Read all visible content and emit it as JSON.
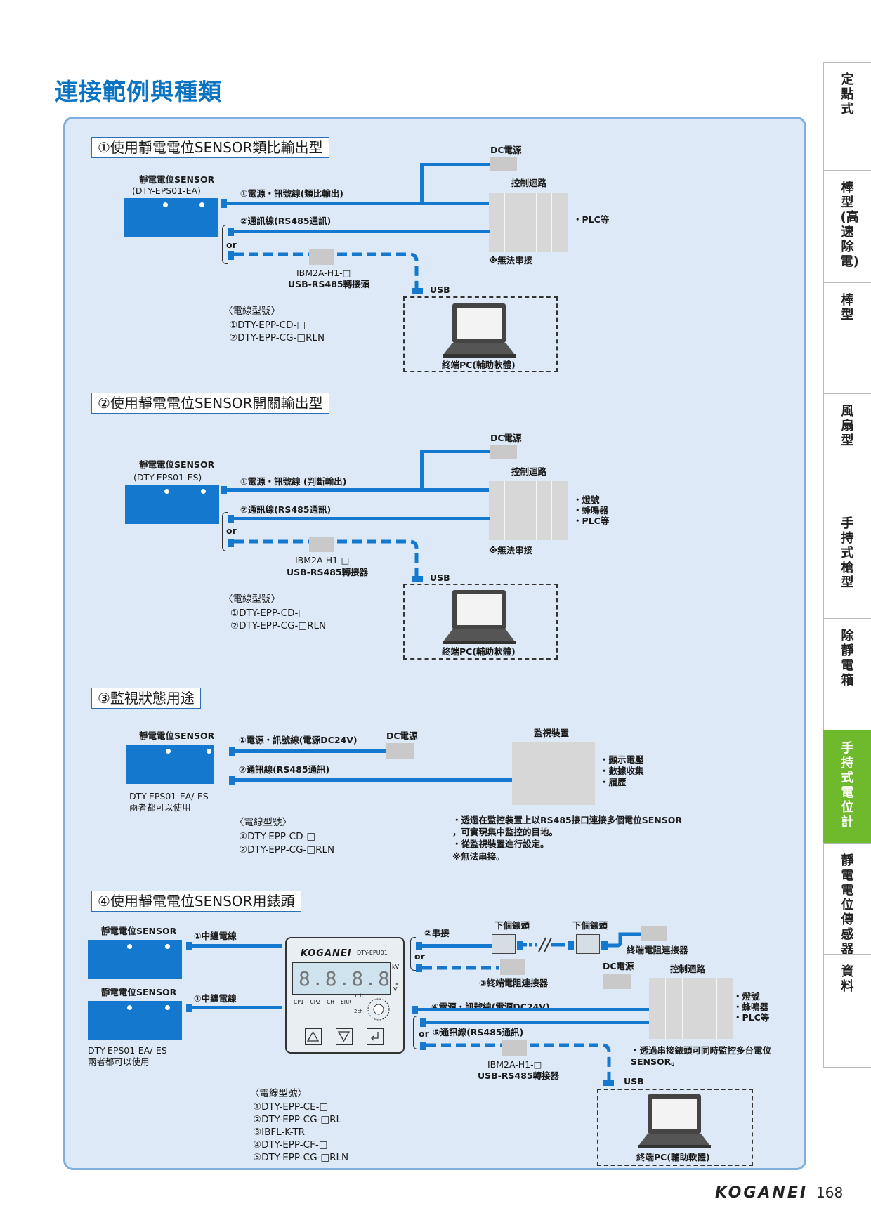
{
  "page_title": "連接範例與種類",
  "side_tabs": [
    {
      "label": "定點式",
      "active": false
    },
    {
      "label": "棒型(高速除電)",
      "active": false
    },
    {
      "label": "棒型",
      "active": false
    },
    {
      "label": "風扇型",
      "active": false
    },
    {
      "label": "手持式槍型",
      "active": false
    },
    {
      "label": "除靜電箱",
      "active": false
    },
    {
      "label": "手持式電位計",
      "active": true
    },
    {
      "label": "靜電電位傳感器",
      "active": false
    },
    {
      "label": "資料",
      "active": false
    }
  ],
  "s1": {
    "heading": "①使用靜電電位SENSOR類比輸出型",
    "sensor_label": "靜電電位SENSOR",
    "sensor_model": "(DTY-EPS01-EA)",
    "cable1": "①電源・訊號線(類比輸出)",
    "cable2": "②通訊線(RS485通訊)",
    "or": "or",
    "dc": "DC電源",
    "control": "控制迴路",
    "plc": "・PLC等",
    "note": "※無法串接",
    "adapter1": "IBM2A-H1-□",
    "adapter2": "USB-RS485轉接頭",
    "usb": "USB",
    "pc": "終端PC(輔助軟體)",
    "models_title": "〈電線型號〉",
    "model1": "①DTY-EPP-CD-□",
    "model2": "②DTY-EPP-CG-□RLN"
  },
  "s2": {
    "heading": "②使用靜電電位SENSOR開關輸出型",
    "sensor_label": "靜電電位SENSOR",
    "sensor_model": "(DTY-EPS01-ES)",
    "cable1": "①電源・訊號線 (判斷輸出)",
    "cable2": "②通訊線(RS485通訊)",
    "or": "or",
    "dc": "DC電源",
    "control": "控制迴路",
    "out1": "・燈號",
    "out2": "・蜂鳴器",
    "out3": "・PLC等",
    "note": "※無法串接",
    "adapter1": "IBM2A-H1-□",
    "adapter2": "USB-RS485轉接器",
    "usb": "USB",
    "pc": "終端PC(輔助軟體)",
    "models_title": "〈電線型號〉",
    "model1": "①DTY-EPP-CD-□",
    "model2": "②DTY-EPP-CG-□RLN"
  },
  "s3": {
    "heading": "③監視狀態用途",
    "sensor_label": "靜電電位SENSOR",
    "cable1": "①電源・訊號線(電源DC24V)",
    "cable2": "②通訊線(RS485通訊)",
    "dc": "DC電源",
    "monitor": "監視裝置",
    "out1": "・顯示電壓",
    "out2": "・數據收集",
    "out3": "・履歷",
    "sensor_model": "DTY-EPS01-EA/-ES",
    "sensor_note": "兩者都可以使用",
    "models_title": "〈電線型號〉",
    "model1": "①DTY-EPP-CD-□",
    "model2": "②DTY-EPP-CG-□RLN",
    "info1": "・透過在監控裝置上以RS485接口連接多個電位SENSOR",
    "info2": "，可實現集中監控的目地。",
    "info3": "・從監視裝置進行設定。",
    "info4": "※無法串接。"
  },
  "s4": {
    "heading": "④使用靜電電位SENSOR用錶頭",
    "sensor_label_a": "靜電電位SENSOR",
    "sensor_label_b": "靜電電位SENSOR",
    "relay_a": "①中繼電線",
    "relay_b": "①中繼電線",
    "sensor_model": "DTY-EPS01-EA/-ES",
    "sensor_note": "兩者都可以使用",
    "meter_brand": "KOGANEI",
    "meter_model": "DTY-EPU01",
    "meter_display": "8.8.8.8.",
    "meter_unit_kv": "kV",
    "meter_unit_v": "V",
    "meter_leds": [
      "CP1",
      "CP2",
      "CH",
      "ERR"
    ],
    "meter_1ch": "1ch",
    "meter_2ch": "2ch",
    "series": "②串接",
    "or1": "or",
    "or2": "or",
    "next_a": "下個錶頭",
    "next_b": "下個錶頭",
    "terminator": "終端電阻連接器",
    "terminator_conn": "③終端電阻連接器",
    "dc": "DC電源",
    "control": "控制迴路",
    "cable4": "④電源・訊號線(電源DC24V)",
    "cable5": "⑤通訊線(RS485通訊)",
    "out1": "・燈號",
    "out2": "・蜂鳴器",
    "out3": "・PLC等",
    "adapter1": "IBM2A-H1-□",
    "adapter2": "USB-RS485轉接器",
    "usb": "USB",
    "pc": "終端PC(輔助軟體)",
    "note1": "・透過串接錶頭可同時監控多台電位",
    "note2": "SENSOR。",
    "models_title": "〈電線型號〉",
    "model1": "①DTY-EPP-CE-□",
    "model2": "②DTY-EPP-CG-□RL",
    "model3": "③IBFL-K-TR",
    "model4": "④DTY-EPP-CF-□",
    "model5": "⑤DTY-EPP-CG-□RLN"
  },
  "footer": {
    "brand": "KOGANEI",
    "page_number": "168"
  },
  "colors": {
    "accent": "#0b74c2",
    "sensor": "#1578cf",
    "panel": "#dde9f6",
    "active_tab": "#6fb92c"
  }
}
